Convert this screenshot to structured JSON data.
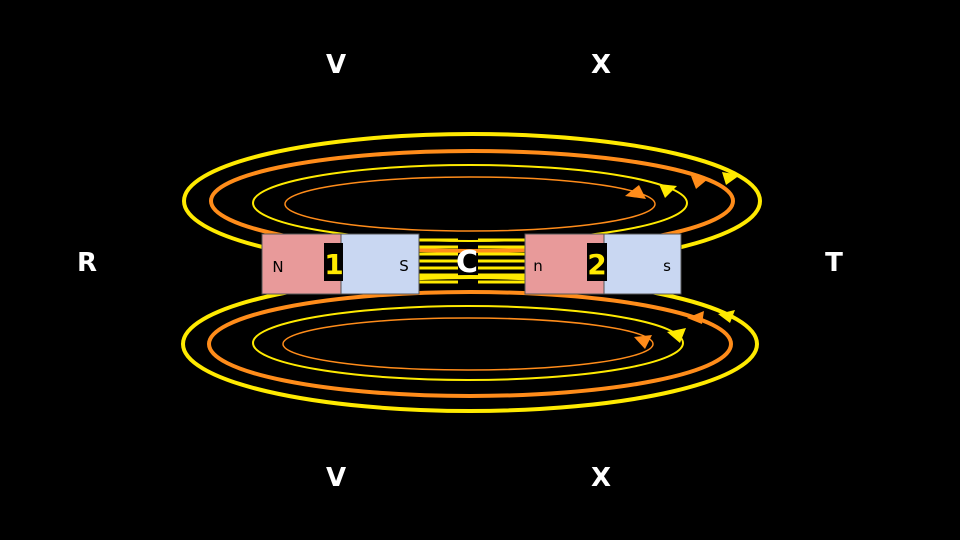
{
  "regions": {
    "top_left": "V",
    "top_right": "X",
    "left": "R",
    "center": "C",
    "right": "T",
    "bottom_left": "V",
    "bottom_right": "X"
  },
  "magnet1": {
    "north": "N",
    "south": "S",
    "number": "1"
  },
  "magnet2": {
    "north": "n",
    "south": "s",
    "number": "2"
  },
  "colors": {
    "background": "#000000",
    "north_pole": "#e89a9a",
    "south_pole": "#c9d7f2",
    "field_yellow": "#ffea00",
    "field_orange": "#ff8c1a",
    "label_text": "#ffffff",
    "number_badge": "#000000",
    "number_text": "#ffea00"
  }
}
